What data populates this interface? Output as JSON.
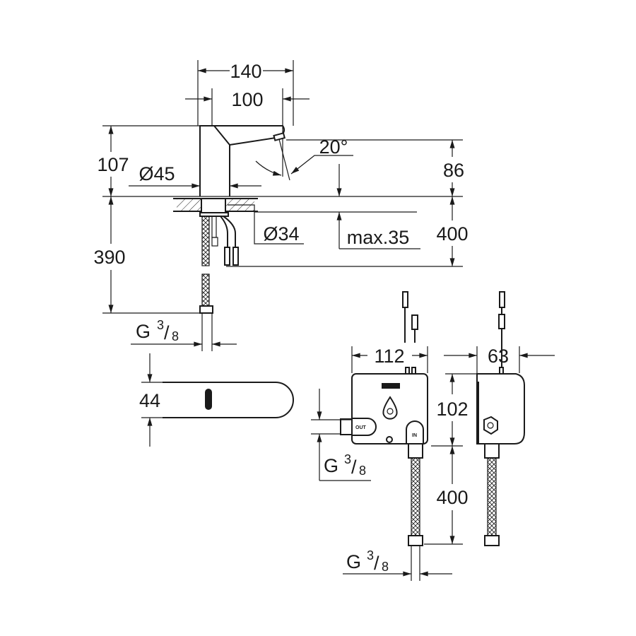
{
  "drawing": {
    "faucet_side": {
      "width_total": "140",
      "spout_reach": "100",
      "height_above_counter": "107",
      "body_diameter": "Ø45",
      "spout_angle": "20°",
      "spout_height": "86",
      "hole_diameter": "Ø34",
      "max_counter_thickness": "max.35",
      "cable_length": "400",
      "hose_length": "390",
      "connection_thread": {
        "base": "G",
        "num": "3",
        "den": "8"
      }
    },
    "faucet_top": {
      "depth": "44"
    },
    "control_box": {
      "width": "112",
      "depth": "63",
      "height": "102",
      "hose_length": "400",
      "outlet_label": "OUT",
      "inlet_label": "IN",
      "outlet_thread": {
        "base": "G",
        "num": "3",
        "den": "8"
      },
      "inlet_thread": {
        "base": "G",
        "num": "3",
        "den": "8"
      }
    }
  }
}
